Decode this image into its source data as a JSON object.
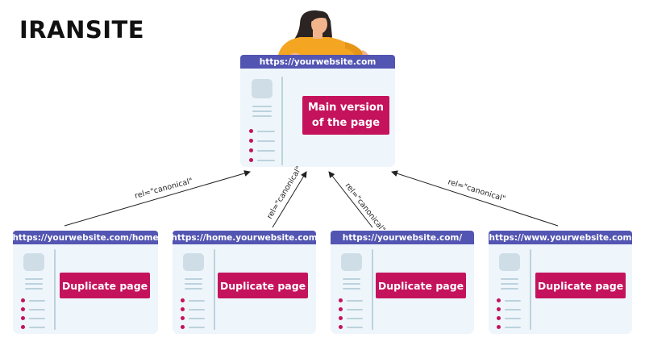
{
  "brand": {
    "name": "IRANSITE"
  },
  "colors": {
    "url_bar": "#5355b2",
    "page_bg": "#eef5fb",
    "accent": "#c4135c",
    "thumb": "#cfdee6",
    "line": "#bcd2dc",
    "hair": "#2b2422",
    "skin": "#f2b48c",
    "shirt": "#f4a521"
  },
  "main": {
    "url": "https://yourwebsite.com",
    "label_line1": "Main version",
    "label_line2": "of the page"
  },
  "duplicates": [
    {
      "url": "https://yourwebsite.com/home",
      "label": "Duplicate page"
    },
    {
      "url": "https://home.yourwebsite.com",
      "label": "Duplicate page"
    },
    {
      "url": "https://yourwebsite.com/",
      "label": "Duplicate page"
    },
    {
      "url": "https://www.yourwebsite.com",
      "label": "Duplicate page"
    }
  ],
  "arrows": [
    {
      "label": "rel=\"canonical\""
    },
    {
      "label": "rel=\"canonical\""
    },
    {
      "label": "rel=\"canonical\""
    },
    {
      "label": "rel=\"canonical\""
    }
  ]
}
